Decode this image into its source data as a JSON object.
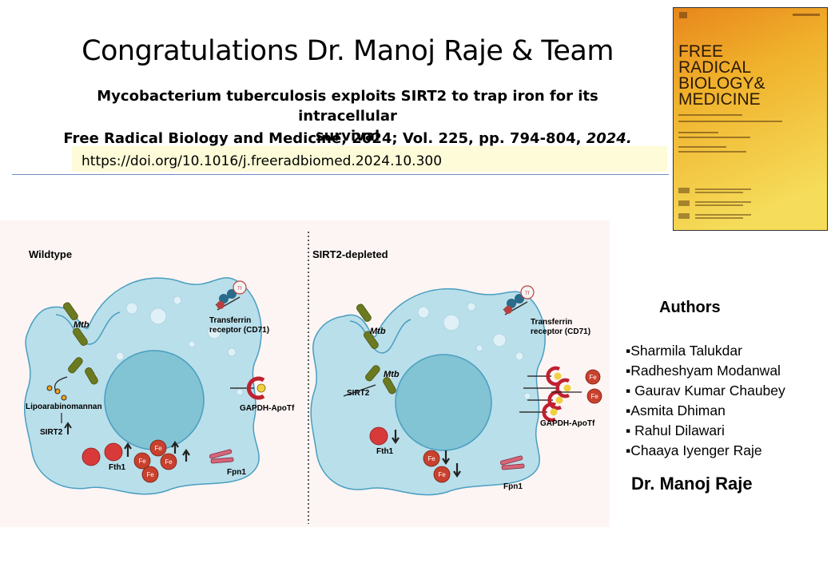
{
  "header": {
    "title": "Congratulations Dr. Manoj Raje  & Team",
    "paper_title_line1": "Mycobacterium tuberculosis exploits SIRT2 to trap iron for its intracellular",
    "paper_title_line2": "survival",
    "journal_prefix": "Free Radical Biology and Medicine, 2024; Vol. 225, pp. 794-804, ",
    "journal_year_italic": "2024.",
    "doi": "https://doi.org/10.1016/j.freeradbiomed.2024.10.300"
  },
  "cover": {
    "journal_line1": "FREE",
    "journal_line2": "RADICAL",
    "journal_line3": "BIOLOGY&",
    "journal_line4": "MEDICINE",
    "colors": {
      "orange": "#e8861c",
      "yellow": "#f2d43a"
    }
  },
  "figure": {
    "left_panel_title": "Wildtype",
    "right_panel_title": "SIRT2-depleted",
    "labels": {
      "mtb": "Mtb",
      "transferrin": "Transferrin",
      "receptor": "receptor (CD71)",
      "lipo": "Lipoarabinomannan",
      "sirt2": "SIRT2",
      "gapdh": "GAPDH-ApoTf",
      "fth1": "Fth1",
      "fpn1": "Fpn1",
      "fe": "Fe",
      "tf": "Tf"
    },
    "colors": {
      "cell": "#b9dfea",
      "nucleus": "#82c3d4",
      "bacteria": "#6b7a20",
      "ferritin": "#d83a3a",
      "iron": "#c8412e",
      "background": "#fdf5f4"
    }
  },
  "authors": {
    "heading": "Authors",
    "list": [
      "▪Sharmila Talukdar",
      "▪Radheshyam Modanwal",
      "▪ Gaurav Kumar Chaubey",
      "▪Asmita Dhiman",
      "▪ Rahul Dilawari",
      "▪Chaaya Iyenger Raje"
    ],
    "lead": "Dr. Manoj Raje"
  }
}
